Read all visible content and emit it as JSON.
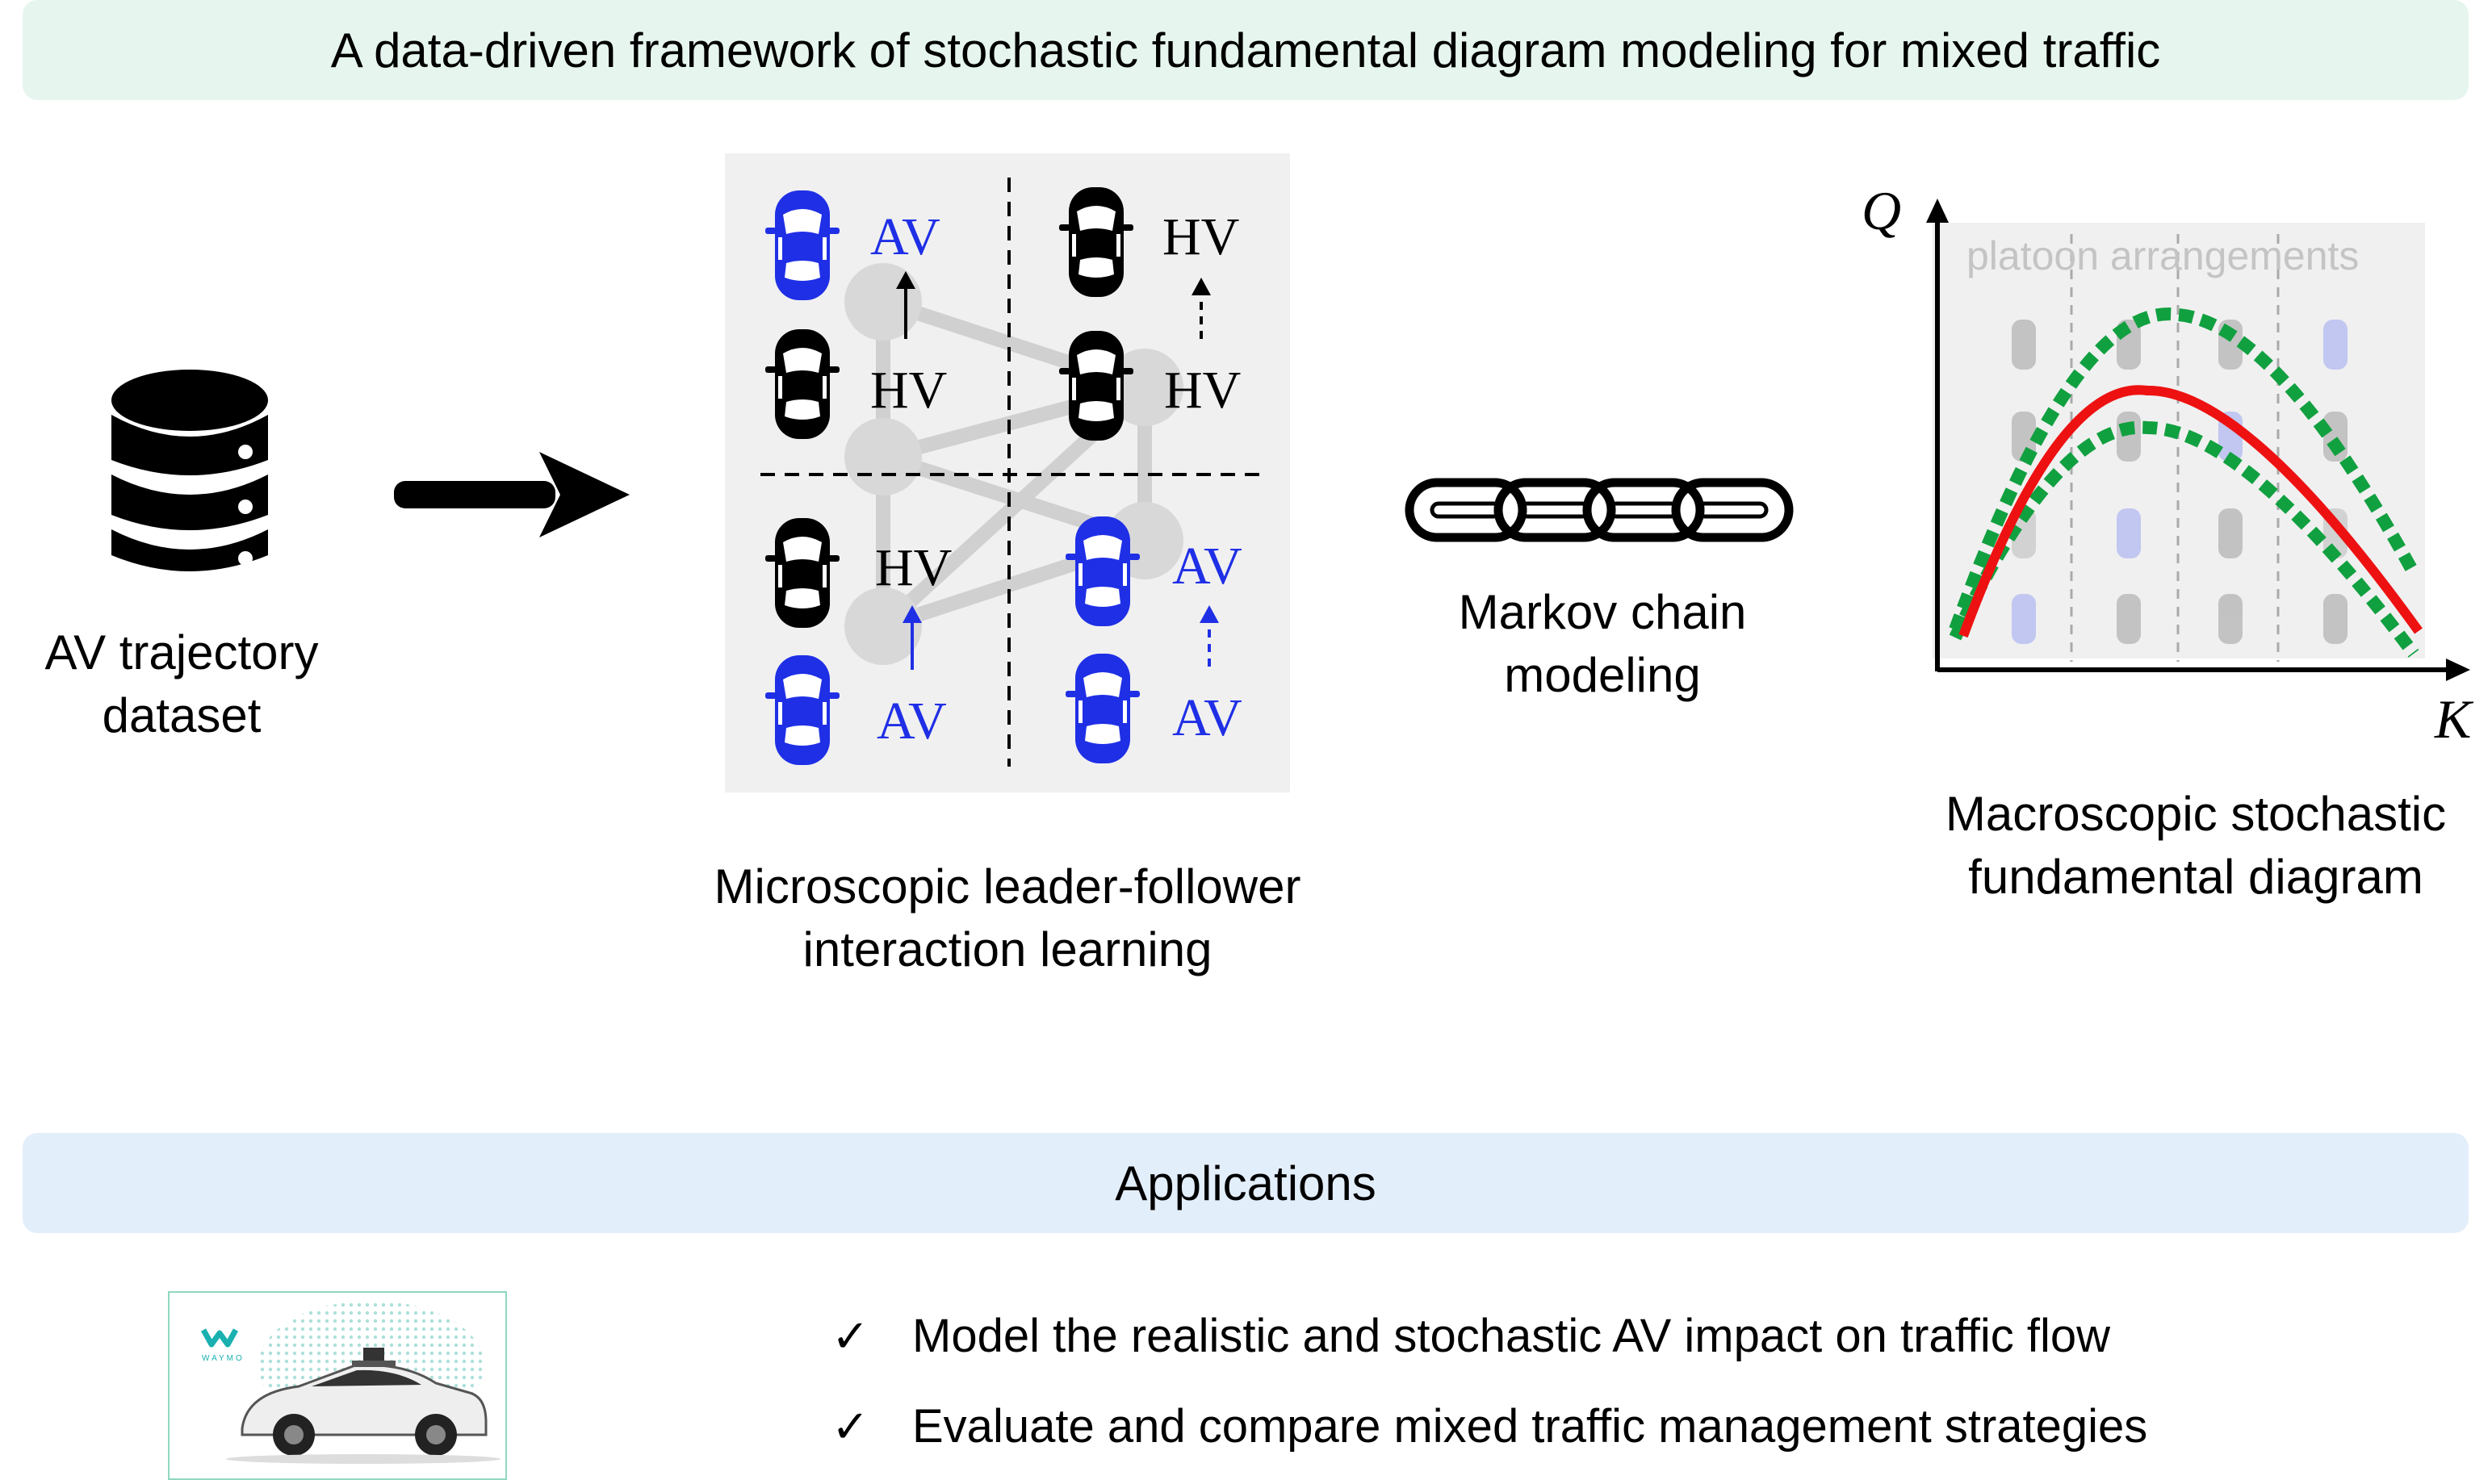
{
  "title": "A data-driven framework of stochastic fundamental diagram modeling for mixed traffic",
  "colors": {
    "title_banner": "#e6f6ee",
    "applications_banner": "#e3eefb",
    "av": "#1f2fe6",
    "hv": "#000000",
    "fd_mean": "#ee1111",
    "fd_bounds": "#11a040",
    "panel_bg": "#f0f0f0"
  },
  "icons": {
    "dataset": "database-icon",
    "arrow": "arrow-right-icon",
    "chain": "chain-link-icon",
    "check": "checkmark-icon"
  },
  "dataset": {
    "caption_line1": "AV trajectory",
    "caption_line2": "dataset"
  },
  "micro": {
    "caption_line1": "Microscopic leader-follower",
    "caption_line2": "interaction learning",
    "q1": {
      "leader": "AV",
      "follower": "HV"
    },
    "q2": {
      "leader": "HV",
      "follower": "HV"
    },
    "q3": {
      "leader": "HV",
      "follower": "AV"
    },
    "q4": {
      "leader": "AV",
      "follower": "AV"
    }
  },
  "markov": {
    "caption_line1": "Markov chain",
    "caption_line2": "modeling"
  },
  "fd": {
    "y_label": "Q",
    "x_label": "K",
    "inner_label": "platoon arrangements",
    "caption_line1": "Macroscopic stochastic",
    "caption_line2": "fundamental diagram"
  },
  "applications": {
    "title": "Applications",
    "logo_text": "WAYMO",
    "items": [
      "Model the realistic and stochastic AV impact on traffic flow",
      "Evaluate and compare mixed traffic management strategies"
    ]
  }
}
